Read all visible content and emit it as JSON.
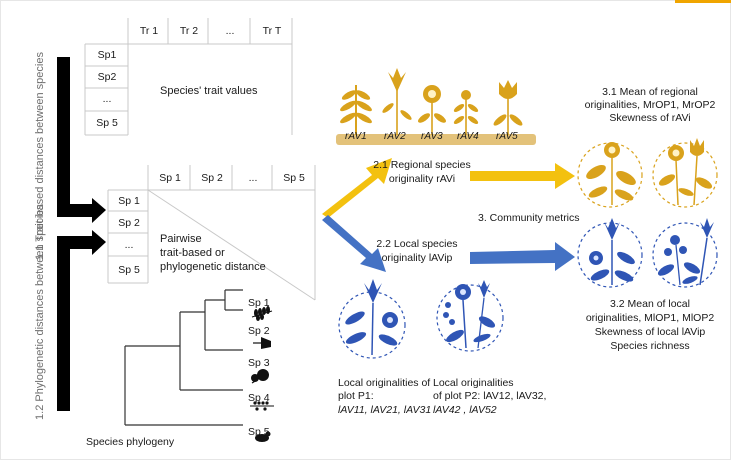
{
  "trait_table": {
    "columns": [
      "Tr 1",
      "Tr 2",
      "...",
      "Tr T"
    ],
    "rows": [
      "Sp1",
      "Sp2",
      "...",
      "Sp 5"
    ],
    "label": "Species' trait values"
  },
  "distance_table": {
    "columns": [
      "Sp 1",
      "Sp 2",
      "...",
      "Sp 5"
    ],
    "rows": [
      "Sp 1",
      "Sp 2",
      "...",
      "Sp 5"
    ],
    "label_line1": "Pairwise",
    "label_line2": "trait-based or",
    "label_line3": "phylogenetic distance"
  },
  "side_labels": {
    "trait": "1.1 Trait-based distances between species",
    "phylo": "1.2 Phylogenetic distances between species"
  },
  "phylogeny": {
    "tips": [
      "Sp 1",
      "Sp 2",
      "Sp 3",
      "Sp 4",
      "Sp 5"
    ],
    "caption": "Species phylogeny"
  },
  "regional": {
    "rav_labels": [
      "rAV1",
      "rAV2",
      "rAV3",
      "rAV4",
      "rAV5"
    ],
    "step_line1": "2.1 Regional species",
    "step_line2": "originality rAVi"
  },
  "local": {
    "step_line1": "2.2 Local species",
    "step_line2": "originality lAVip"
  },
  "community": {
    "label": "3. Community metrics"
  },
  "metrics_regional": {
    "line1": "3.1 Mean of regional",
    "line2": "originalities, MrOP1, MrOP2",
    "line3": "Skewness of rAVi"
  },
  "metrics_local": {
    "line1": "3.2 Mean of local",
    "line2": "originalities, MlOP1, MlOP2",
    "line3": "Skewness of local lAVip",
    "line4": "Species richness"
  },
  "plot1": {
    "line1": "Local originalities of",
    "line2": "plot P1:",
    "line3": "lAV11, lAV21, lAV31"
  },
  "plot2": {
    "line1": "Local originalities",
    "line2": "of plot P2: lAV12, lAV32,",
    "line3": "lAV42 , lAV52"
  },
  "colors": {
    "regional_gold": "#d9a21c",
    "local_blue": "#2f55b5",
    "arrow_yellow": "#f3c10f",
    "arrow_blue": "#4472c4",
    "grass": "#e3c27a"
  },
  "icons": [
    "flower-icon",
    "leaf-icon",
    "plant-icon",
    "bird-icon"
  ]
}
